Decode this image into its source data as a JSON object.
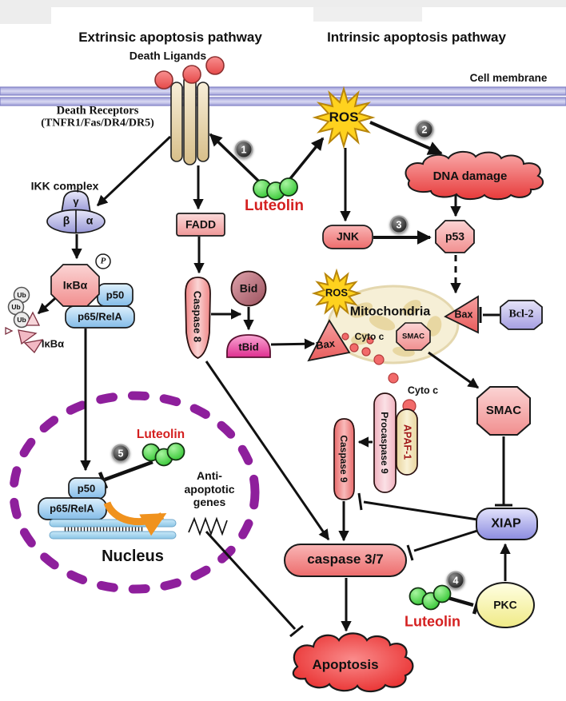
{
  "titles": {
    "extrinsic": "Extrinsic apoptosis pathway",
    "intrinsic": "Intrinsic apoptosis pathway"
  },
  "membrane": {
    "label": "Cell membrane"
  },
  "extrinsic": {
    "death_ligands": "Death Ligands",
    "death_receptors_1": "Death Receptors",
    "death_receptors_2": "(TNFR1/Fas/DR4/DR5)",
    "fadd": "FADD",
    "caspase8": "Caspase 8",
    "bid": "Bid",
    "tbid": "tBid"
  },
  "ikk": {
    "label": "IKK complex",
    "gamma": "γ",
    "beta": "β",
    "alpha": "α"
  },
  "nfkb": {
    "ikba": "IκBα",
    "phospho": "P",
    "p50": "p50",
    "p65": "p65/RelA",
    "ub": "Ub",
    "degraded": "IκBα"
  },
  "intrinsic": {
    "ros": "ROS",
    "jnk": "JNK",
    "dna_damage": "DNA damage",
    "p53": "p53",
    "ros_mito": "ROS",
    "mitochondria": "Mitochondria",
    "bax_left": "Bax",
    "bax_right": "Bax",
    "bcl2": "Bcl-2",
    "cytoc_in": "Cyto c",
    "smac_in": "SMAC",
    "cytoc_out": "Cyto c",
    "procaspase9": "Procaspase 9",
    "apaf1": "APAF-1",
    "caspase9": "Caspase 9",
    "smac": "SMAC"
  },
  "downstream": {
    "xiap": "XIAP",
    "caspase37": "caspase 3/7",
    "apoptosis": "Apoptosis",
    "pkc": "PKC"
  },
  "nucleus": {
    "label": "Nucleus",
    "luteolin": "Luteolin",
    "p50": "p50",
    "p65": "p65/RelA",
    "anti1": "Anti-",
    "anti2": "apoptotic",
    "anti3": "genes"
  },
  "luteolin": {
    "l1": "Luteolin",
    "l4": "Luteolin"
  },
  "badges": {
    "b1": "1",
    "b2": "2",
    "b3": "3",
    "b4": "4",
    "b5": "5"
  },
  "colors": {
    "luteolin_text": "#d42020",
    "luteolin_green": "#3ecc3e",
    "nucleus_border": "#8e1f9c",
    "membrane": "#b9b9e6",
    "ros_yellow": "#ffd21e",
    "apoptosis_red": "#e82020",
    "nfkb_blue": "#86bde8",
    "xiap_violet": "#8d8de0"
  }
}
